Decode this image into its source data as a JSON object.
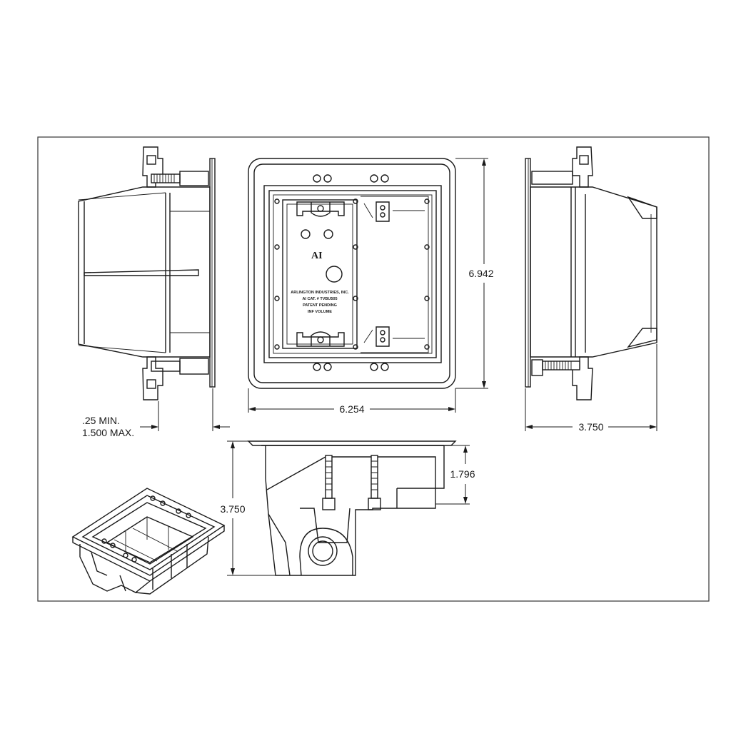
{
  "dimensions": {
    "height_front": "6.942",
    "width_front": "6.254",
    "depth_side": "3.750",
    "wall_min": ".25 MIN.",
    "wall_max": "1.500 MAX.",
    "depth_bottom": "3.750",
    "step_height": "1.796"
  },
  "box_label": {
    "line1": "ARLINGTON INDUSTRIES, INC.",
    "line2": "AI CAT. # TVBU505",
    "line3": "PATENT PENDING",
    "line4": "INF VOLUME",
    "logo": "AI"
  }
}
